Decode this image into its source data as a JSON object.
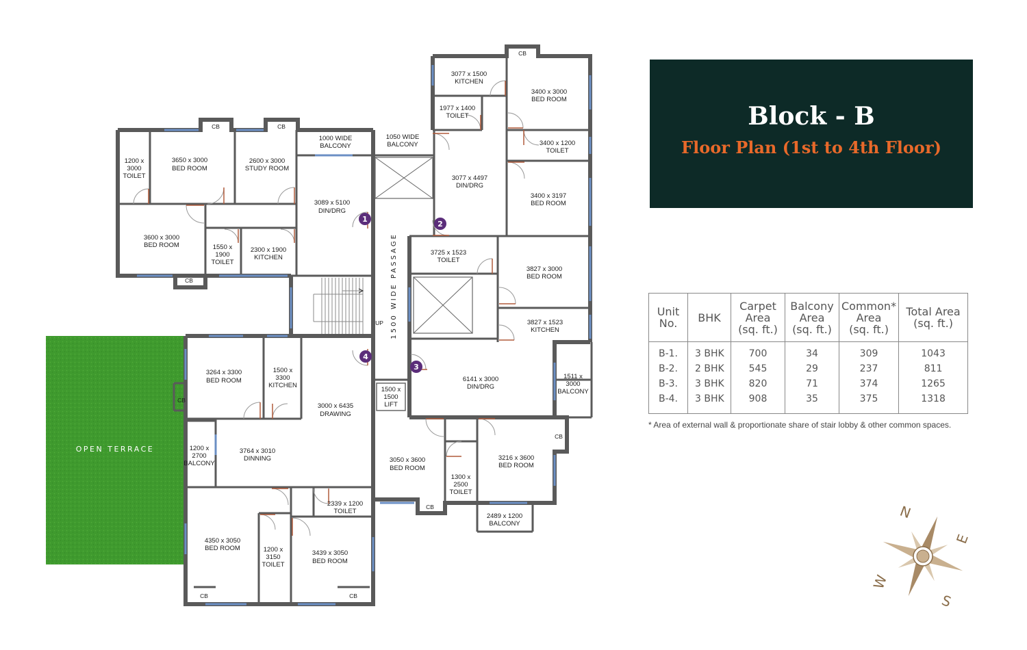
{
  "title": {
    "main": "Block - B",
    "sub": "Floor Plan  (1st to 4th Floor)"
  },
  "colors": {
    "title_bg": "#0d2a27",
    "title_text": "#ffffff",
    "subtitle": "#e8692a",
    "terrace": "#3f9a2e",
    "marker": "#5b2d7a",
    "wall": "#5a5a5a"
  },
  "terrace": {
    "label": "OPEN TERRACE"
  },
  "passage": {
    "label": "1500 WIDE PASSAGE"
  },
  "stair": {
    "up_label": "UP"
  },
  "markers": [
    "1",
    "2",
    "3",
    "4"
  ],
  "rooms": {
    "kitchen_top": {
      "dim": "3077 x 1500",
      "name": "KITCHEN"
    },
    "bed_top_right": {
      "dim": "3400 x 3000",
      "name": "BED ROOM"
    },
    "toilet_1977": {
      "dim": "1977 x 1400",
      "name": "TOILET"
    },
    "toilet_3400x1200": {
      "dim": "3400 x 1200",
      "name": "TOILET"
    },
    "balcony_1000": {
      "l1": "1000 WIDE",
      "l2": "BALCONY"
    },
    "balcony_1050": {
      "l1": "1050 WIDE",
      "l2": "BALCONY"
    },
    "toilet_1200x3000": {
      "l1": "1200 x",
      "l2": "3000",
      "l3": "TOILET"
    },
    "bed_3650": {
      "dim": "3650 x 3000",
      "name": "BED ROOM"
    },
    "study_2600": {
      "dim": "2600 x 3000",
      "name": "STUDY ROOM"
    },
    "din_3089": {
      "dim": "3089 x 5100",
      "name": "DIN/DRG"
    },
    "din_3077": {
      "dim": "3077 x 4497",
      "name": "DIN/DRG"
    },
    "bed_3400x3197": {
      "dim": "3400 x 3197",
      "name": "BED ROOM"
    },
    "bed_3600x3000": {
      "dim": "3600 x 3000",
      "name": "BED ROOM"
    },
    "toilet_1550": {
      "l1": "1550 x",
      "l2": "1900",
      "l3": "TOILET"
    },
    "kitchen_2300": {
      "dim": "2300 x 1900",
      "name": "KITCHEN"
    },
    "toilet_3725": {
      "dim": "3725 x 1523",
      "name": "TOILET"
    },
    "bed_3827": {
      "dim": "3827 x 3000",
      "name": "BED ROOM"
    },
    "kitchen_3827": {
      "dim": "3827 x 1523",
      "name": "KITCHEN"
    },
    "bed_3264": {
      "dim": "3264 x 3300",
      "name": "BED ROOM"
    },
    "kitchen_1500": {
      "l1": "1500 x",
      "l2": "3300",
      "l3": "KITCHEN"
    },
    "drawing_3000": {
      "dim": "3000 x 6435",
      "name": "DRAWING"
    },
    "lift": {
      "l1": "1500 x",
      "l2": "1500",
      "l3": "LIFT"
    },
    "din_6141": {
      "dim": "6141 x 3000",
      "name": "DIN/DRG"
    },
    "balcony_1511": {
      "l1": "1511 x",
      "l2": "3000",
      "l3": "BALCONY"
    },
    "balcony_1200x2700": {
      "l1": "1200 x",
      "l2": "2700",
      "l3": "BALCONY"
    },
    "dinning_3764": {
      "dim": "3764 x 3010",
      "name": "DINNING"
    },
    "bed_3050x3600": {
      "dim": "3050 x 3600",
      "name": "BED ROOM"
    },
    "toilet_1300": {
      "l1": "1300 x",
      "l2": "2500",
      "l3": "TOILET"
    },
    "bed_3216": {
      "dim": "3216 x 3600",
      "name": "BED ROOM"
    },
    "toilet_2339": {
      "dim": "2339 x 1200",
      "name": "TOILET"
    },
    "bed_4350": {
      "dim": "4350 x 3050",
      "name": "BED ROOM"
    },
    "toilet_1200x3150": {
      "l1": "1200 x",
      "l2": "3150",
      "l3": "TOILET"
    },
    "bed_3439": {
      "dim": "3439 x 3050",
      "name": "BED ROOM"
    },
    "balcony_2489": {
      "dim": "2489 x 1200",
      "name": "BALCONY"
    }
  },
  "cb_label": "CB",
  "table": {
    "headers": [
      {
        "l1": "Unit",
        "l2": "No."
      },
      {
        "l1": "BHK",
        "l2": ""
      },
      {
        "l1": "Carpet",
        "l2": "Area",
        "l3": "(sq. ft.)"
      },
      {
        "l1": "Balcony",
        "l2": "Area",
        "l3": "(sq. ft.)"
      },
      {
        "l1": "Common*",
        "l2": "Area",
        "l3": "(sq. ft.)"
      },
      {
        "l1": "Total Area",
        "l2": "(sq. ft.)"
      }
    ],
    "rows": [
      [
        "B-1.",
        "3 BHK",
        "700",
        "34",
        "309",
        "1043"
      ],
      [
        "B-2.",
        "2 BHK",
        "545",
        "29",
        "237",
        "811"
      ],
      [
        "B-3.",
        "3 BHK",
        "820",
        "71",
        "374",
        "1265"
      ],
      [
        "B-4.",
        "3 BHK",
        "908",
        "35",
        "375",
        "1318"
      ]
    ],
    "footnote": "* Area of external wall & proportionate share of stair lobby & other common spaces."
  },
  "compass": {
    "n": "N",
    "e": "E",
    "s": "S",
    "w": "W"
  }
}
